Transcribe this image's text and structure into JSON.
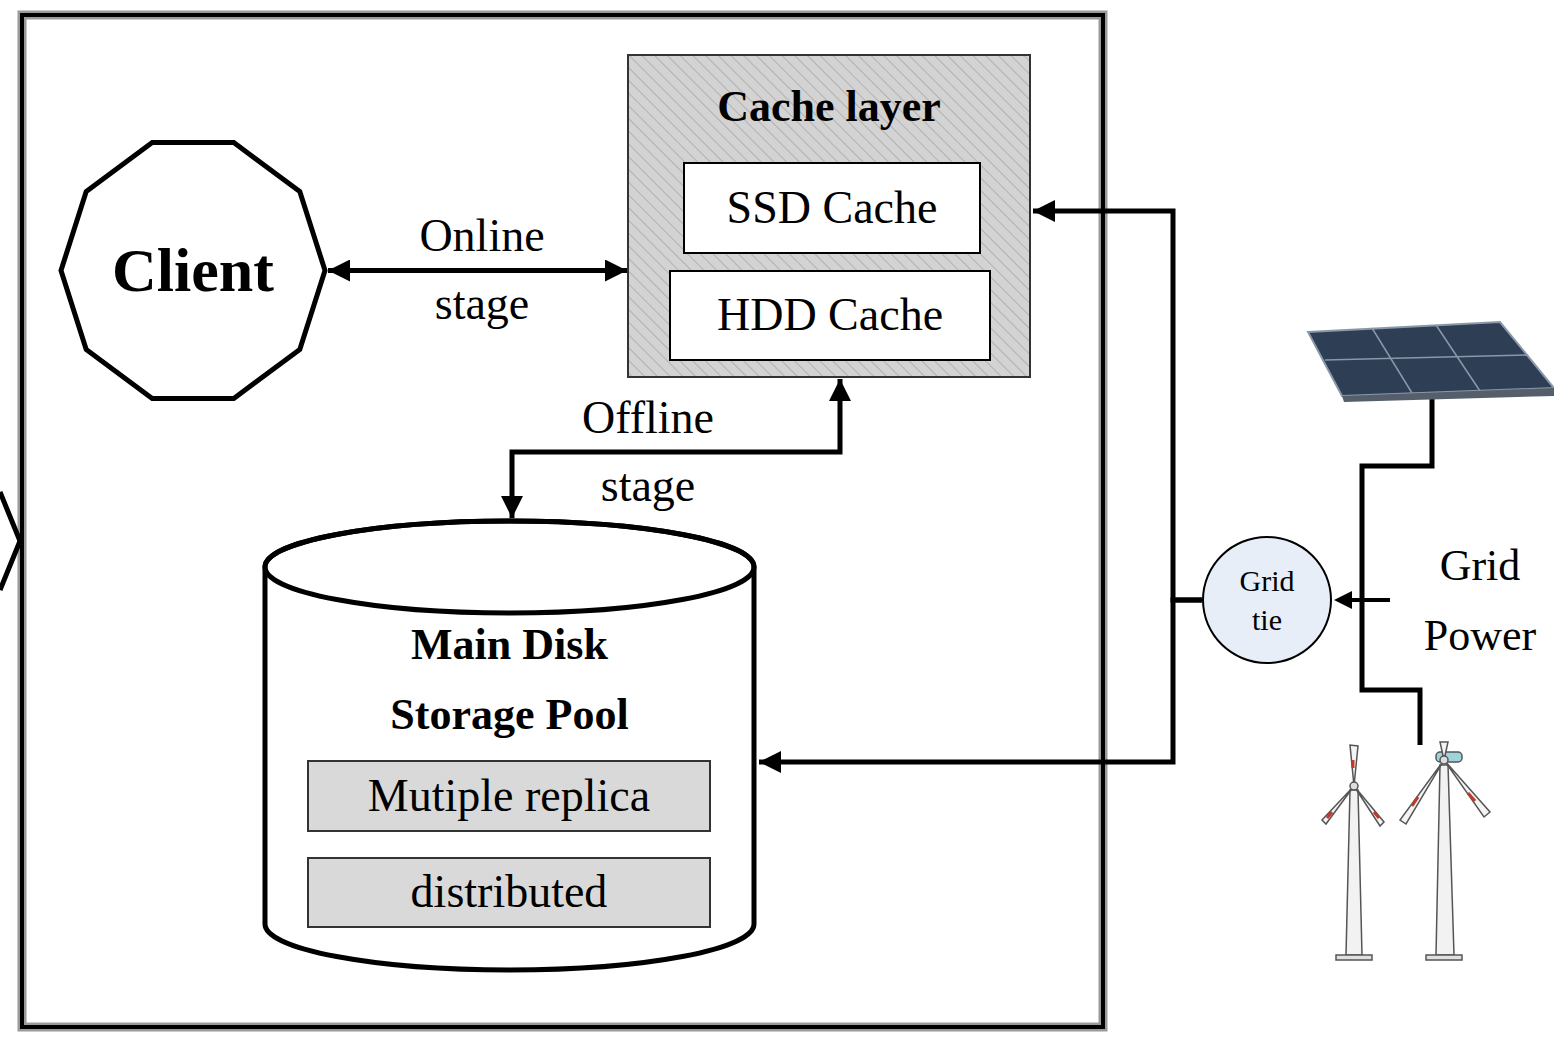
{
  "diagram": {
    "nodes": [
      {
        "text": [
          "Client"
        ]
      },
      {
        "text": [
          "Cache layer"
        ]
      },
      {
        "text": [
          "SSD Cache"
        ],
        "in": 1
      },
      {
        "text": [
          "HDD Cache"
        ],
        "in": 1
      },
      {
        "text": [
          "Main Disk Storage Pool"
        ]
      },
      {
        "text": [
          "Mutiple replica"
        ],
        "in": 4
      },
      {
        "text": [
          "distributed"
        ],
        "in": 4
      },
      {
        "text": [
          "Grid tie"
        ]
      }
    ],
    "edges": [
      {
        "from": 0,
        "to": 1,
        "arrow": "both",
        "label": "Online stage"
      },
      {
        "from": 1,
        "to": 4,
        "arrow": "both",
        "label": "Offline stage"
      },
      {
        "from": 7,
        "to": 1,
        "arrow": "to"
      },
      {
        "from": 7,
        "to": 4,
        "arrow": "to"
      }
    ],
    "labels": [
      "Grid Power"
    ]
  }
}
